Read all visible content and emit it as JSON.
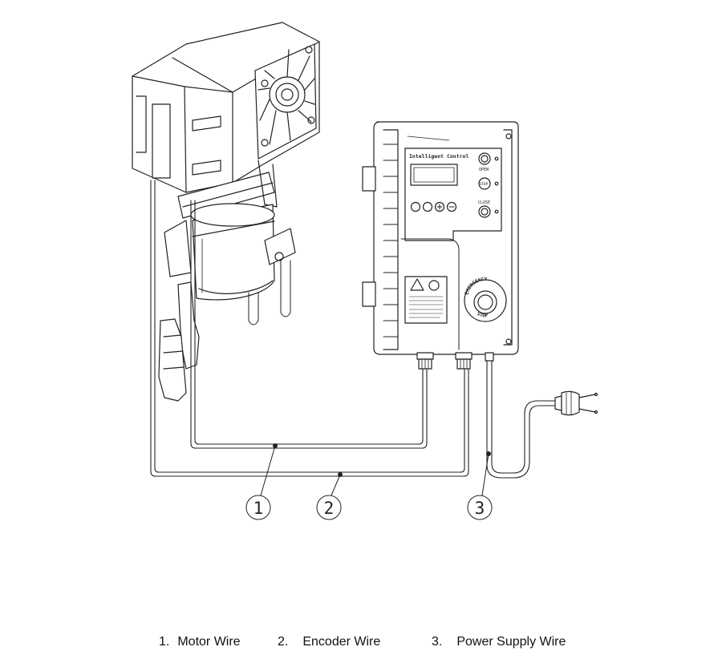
{
  "panel": {
    "title": "Intelligent Control",
    "open_label": "OPEN",
    "stop_label": "STOP",
    "close_label": "CLOSE",
    "emergency_top": "EMERGENCY",
    "emergency_bottom": "STOP"
  },
  "callouts": [
    "1",
    "2",
    "3"
  ],
  "legend": [
    {
      "num": "1.",
      "label": "Motor Wire"
    },
    {
      "num": "2.",
      "label": "Encoder Wire"
    },
    {
      "num": "3.",
      "label": "Power Supply Wire"
    }
  ]
}
